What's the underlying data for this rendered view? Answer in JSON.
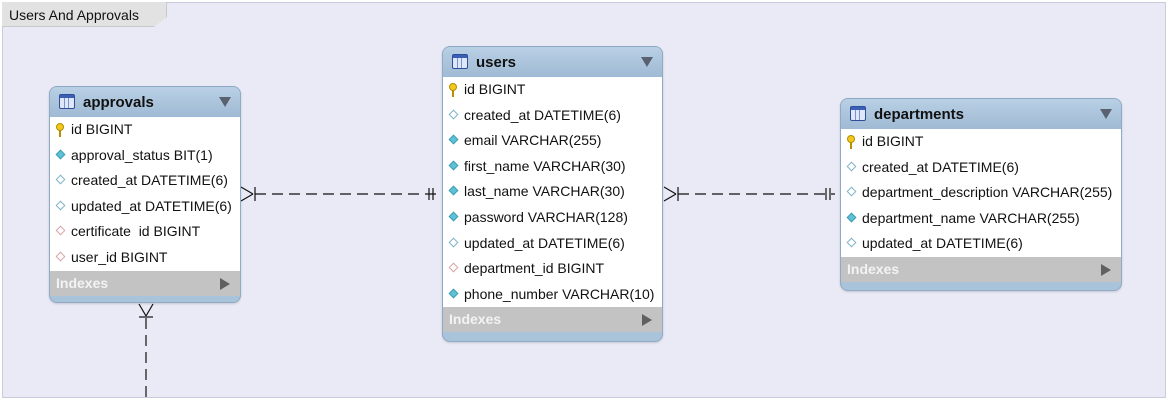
{
  "diagram": {
    "layer_title": "Users And Approvals",
    "tables": {
      "approvals": {
        "name": "approvals",
        "columns": [
          {
            "text": "id BIGINT",
            "icon": "key-icon"
          },
          {
            "text": "approval_status BIT(1)",
            "icon": "not-null-diamond-icon"
          },
          {
            "text": "created_at DATETIME(6)",
            "icon": "nullable-diamond-icon"
          },
          {
            "text": "updated_at DATETIME(6)",
            "icon": "nullable-diamond-icon"
          },
          {
            "text": "certificate  id BIGINT",
            "icon": "foreign-key-diamond-icon"
          },
          {
            "text": "user_id BIGINT",
            "icon": "foreign-key-diamond-icon"
          }
        ],
        "indexes_label": "Indexes"
      },
      "users": {
        "name": "users",
        "columns": [
          {
            "text": "id BIGINT",
            "icon": "key-icon"
          },
          {
            "text": "created_at DATETIME(6)",
            "icon": "nullable-diamond-icon"
          },
          {
            "text": "email VARCHAR(255)",
            "icon": "not-null-diamond-icon"
          },
          {
            "text": "first_name VARCHAR(30)",
            "icon": "not-null-diamond-icon"
          },
          {
            "text": "last_name VARCHAR(30)",
            "icon": "not-null-diamond-icon"
          },
          {
            "text": "password VARCHAR(128)",
            "icon": "not-null-diamond-icon"
          },
          {
            "text": "updated_at DATETIME(6)",
            "icon": "nullable-diamond-icon"
          },
          {
            "text": "department_id BIGINT",
            "icon": "foreign-key-diamond-icon"
          },
          {
            "text": "phone_number VARCHAR(10)",
            "icon": "not-null-diamond-icon"
          }
        ],
        "indexes_label": "Indexes"
      },
      "departments": {
        "name": "departments",
        "columns": [
          {
            "text": "id BIGINT",
            "icon": "key-icon"
          },
          {
            "text": "created_at DATETIME(6)",
            "icon": "nullable-diamond-icon"
          },
          {
            "text": "department_description VARCHAR(255)",
            "icon": "nullable-diamond-icon"
          },
          {
            "text": "department_name VARCHAR(255)",
            "icon": "not-null-diamond-icon"
          },
          {
            "text": "updated_at DATETIME(6)",
            "icon": "nullable-diamond-icon"
          }
        ],
        "indexes_label": "Indexes"
      }
    },
    "relationships": [
      {
        "from": "approvals",
        "to": "users",
        "from_end": "many",
        "to_end": "one-and-only-one"
      },
      {
        "from": "users",
        "to": "departments",
        "from_end": "many",
        "to_end": "one-and-only-one"
      },
      {
        "from": "approvals",
        "to": "off-canvas",
        "from_end": "many",
        "to_end": "unknown"
      }
    ]
  }
}
